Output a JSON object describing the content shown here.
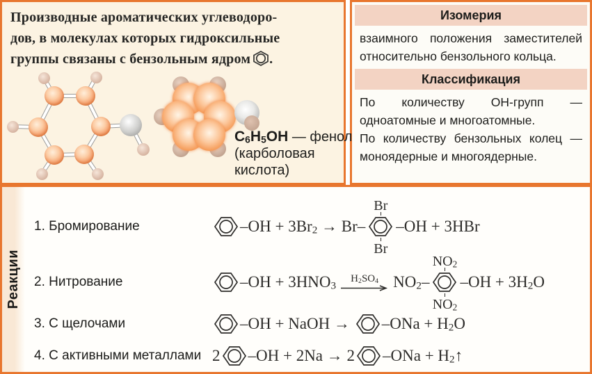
{
  "colors": {
    "accent_orange": "#e8762e",
    "header_peach": "#f3d3c3",
    "panel_cream": "#fcf3e2",
    "strip_peach": "#f9e8d5",
    "text_dark": "#242422",
    "carbon_orange": "#ef8345",
    "hydrogen_tan": "#cfa995",
    "oxygen_gray": "#a9a9a7"
  },
  "definition": {
    "line1": "Производные ароматических углеводоро-",
    "line2": "дов, в молекулах которых гидроксильные",
    "line3": "группы связаны с бензольным ядром",
    "suffix": ".",
    "icon": "benzene-ring-icon"
  },
  "phenol": {
    "f_c": "C",
    "f_c_sub": "6",
    "f_h": "H",
    "f_h_sub": "5",
    "f_oh": "OH",
    "name": " — фенол",
    "alt1": "(карболовая",
    "alt2": "кислота)"
  },
  "isomerism": {
    "title": "Изомерия",
    "body": "взаимного положения заместителей относительно бензольного кольца."
  },
  "classification": {
    "title": "Классификация",
    "body1": "По количеству ОН-групп — одноатомные и многоатомные.",
    "body2": "По количеству бензольных колец — моноядерные и многоядерные."
  },
  "reactions_label": "Реакции",
  "reactions": [
    {
      "num": "1.",
      "name": "Бромирование",
      "formula": [
        {
          "t": "ring"
        },
        {
          "t": "txt",
          "v": "–OH + 3Br"
        },
        {
          "t": "sub",
          "v": "2"
        },
        {
          "t": "txt",
          "v": " → Br–"
        },
        {
          "t": "ring2",
          "top": [
            {
              "t": "txt",
              "v": "Br"
            }
          ],
          "bottom": [
            {
              "t": "txt",
              "v": "Br"
            }
          ]
        },
        {
          "t": "txt",
          "v": "–OH + 3HBr"
        }
      ]
    },
    {
      "num": "2.",
      "name": "Нитрование",
      "formula": [
        {
          "t": "ring"
        },
        {
          "t": "txt",
          "v": "–OH + 3HNO"
        },
        {
          "t": "sub",
          "v": "3"
        },
        {
          "t": "oarr",
          "label": [
            {
              "t": "txt",
              "v": "H"
            },
            {
              "t": "sub",
              "v": "2"
            },
            {
              "t": "txt",
              "v": "SO"
            },
            {
              "t": "sub",
              "v": "4"
            }
          ]
        },
        {
          "t": "txt",
          "v": "NO"
        },
        {
          "t": "sub",
          "v": "2"
        },
        {
          "t": "txt",
          "v": "–"
        },
        {
          "t": "ring2",
          "top": [
            {
              "t": "txt",
              "v": "NO"
            },
            {
              "t": "sub",
              "v": "2"
            }
          ],
          "bottom": [
            {
              "t": "txt",
              "v": "NO"
            },
            {
              "t": "sub",
              "v": "2"
            }
          ]
        },
        {
          "t": "txt",
          "v": "–OH + 3H"
        },
        {
          "t": "sub",
          "v": "2"
        },
        {
          "t": "txt",
          "v": "O"
        }
      ]
    },
    {
      "num": "3.",
      "name": "С щелочами",
      "formula": [
        {
          "t": "ring"
        },
        {
          "t": "txt",
          "v": "–OH + NaOH → "
        },
        {
          "t": "ring"
        },
        {
          "t": "txt",
          "v": "–ONa + H"
        },
        {
          "t": "sub",
          "v": "2"
        },
        {
          "t": "txt",
          "v": "O"
        }
      ]
    },
    {
      "num": "4.",
      "name": "С активными металлами",
      "formula": [
        {
          "t": "txt",
          "v": "2"
        },
        {
          "t": "ring"
        },
        {
          "t": "txt",
          "v": "–OH + 2Na → 2"
        },
        {
          "t": "ring"
        },
        {
          "t": "txt",
          "v": "–ONa + H"
        },
        {
          "t": "sub",
          "v": "2"
        },
        {
          "t": "txt",
          "v": "↑"
        }
      ]
    }
  ]
}
